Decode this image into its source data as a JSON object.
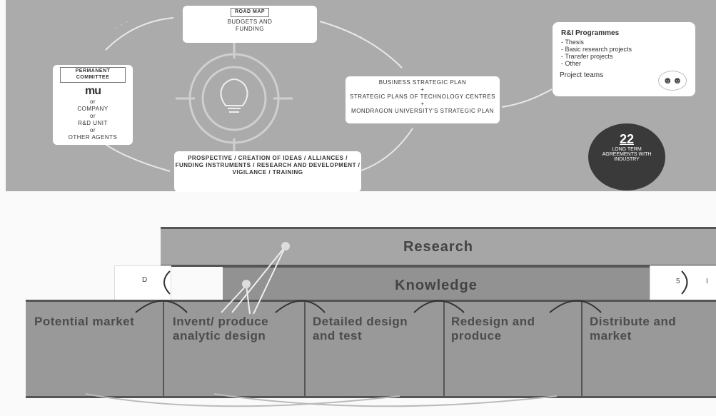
{
  "top": {
    "road_map": {
      "title": "ROAD MAP",
      "body": "BUDGETS AND FUNDING"
    },
    "permanent": {
      "title": "PERMANENT COMMITTEE",
      "logo": "mu",
      "lines": [
        "or",
        "COMPANY",
        "or",
        "R&D UNIT",
        "or",
        "OTHER AGENTS"
      ]
    },
    "business": {
      "lines": [
        "BUSINESS STRATEGIC PLAN",
        "+",
        "STRATEGIC PLANS OF TECHNOLOGY CENTRES",
        "+",
        "MONDRAGON UNIVERSITY'S STRATEGIC PLAN"
      ]
    },
    "prospective": {
      "body": "PROSPECTIVE / CREATION OF IDEAS / ALLIANCES / FUNDING INSTRUMENTS / RESEARCH AND DEVELOPMENT / VIGILANCE / TRAINING"
    },
    "programmes": {
      "title": "R&I Programmes",
      "items": [
        "Thesis",
        "Basic research projects",
        "Transfer projects",
        "Other"
      ],
      "teams": "Project teams"
    },
    "badge": {
      "number": "22",
      "text": "LONG TERM AGREEMENTS WITH INDUSTRY"
    }
  },
  "bottom": {
    "research": "Research",
    "knowledge": "Knowledge",
    "left_tag": "D",
    "right_tag": "5",
    "right_tag2": "I",
    "stages": [
      "Potential market",
      "Invent/ produce analytic design",
      "Detailed design and test",
      "Redesign and produce",
      "Distribute and market"
    ]
  }
}
